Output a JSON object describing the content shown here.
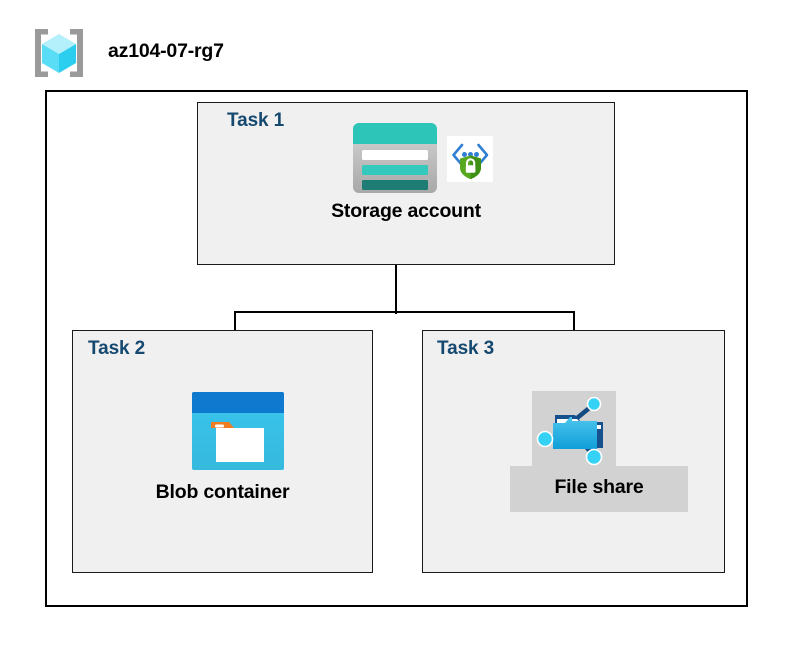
{
  "header": {
    "icon": "resource-group-icon",
    "title": "az104-07-rg7"
  },
  "diagram": {
    "type": "azure-architecture-diagram",
    "container": "resource-group-boundary",
    "tasks": [
      {
        "id": "task1",
        "label": "Task 1",
        "node_label": "Storage account",
        "icons": [
          "storage-account-icon",
          "security-shield-lock-icon"
        ]
      },
      {
        "id": "task2",
        "label": "Task 2",
        "node_label": "Blob container",
        "icons": [
          "blob-container-icon"
        ]
      },
      {
        "id": "task3",
        "label": "Task 3",
        "node_label": "File share",
        "icons": [
          "file-share-icon"
        ],
        "highlighted": true
      }
    ],
    "connections": [
      {
        "from": "Storage account",
        "to": "Blob container"
      },
      {
        "from": "Storage account",
        "to": "File share"
      }
    ]
  },
  "colors": {
    "task_label": "#16496f",
    "node_label": "#000000",
    "task_box_fill": "#f0f0f0",
    "task_box_border": "#1a1a1a",
    "frame_border": "#000000",
    "page_background": "#ffffff",
    "highlight_patch": "#d2d2d2",
    "storage_teal": "#2cc5b8",
    "storage_teal_dark": "#1d7c73",
    "blob_blue": "#0f79d0",
    "blob_cyan": "#32bee6",
    "blob_orange": "#f07c20",
    "shield_green": "#4db331",
    "bracket_blue": "#2f7fd4",
    "cube_cyan": "#41d6f5",
    "bracket_gray": "#9a9a9a"
  }
}
